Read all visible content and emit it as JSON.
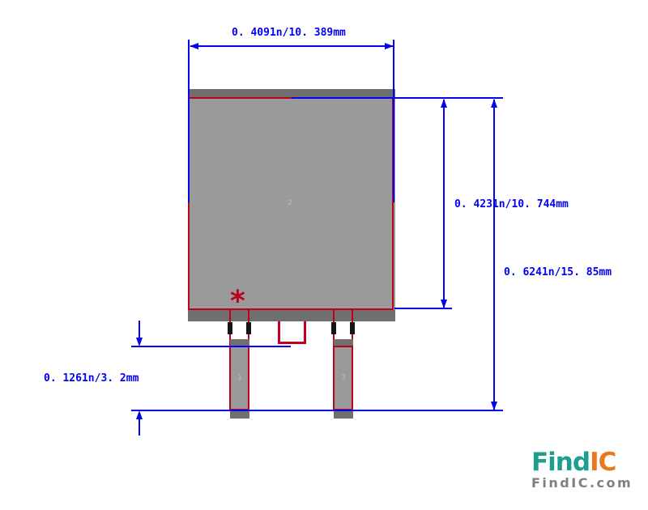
{
  "drawing": {
    "type": "pcb-footprint-dimension-drawing",
    "dimensions": {
      "top_width": {
        "label": "0. 4091n/10. 389mm"
      },
      "body_height": {
        "label": "0. 4231n/10. 744mm"
      },
      "total_height": {
        "label": "0. 6241n/15. 85mm"
      },
      "pin_length": {
        "label": "0. 1261n/3. 2mm"
      }
    },
    "pads": {
      "pin1_label": "1",
      "pin2_label": "2",
      "pin3_label": "3"
    },
    "pin1_marker": "*",
    "colors": {
      "dimension_blue": "#0202f2",
      "outline_red": "#c00021",
      "pad_gray": "#9a9a9a",
      "pad_dark_gray": "#6f6f6f",
      "lead_black": "#151515"
    }
  },
  "branding": {
    "logo_part1": "Find",
    "logo_part2": "IC",
    "logo_subtitle": "FindIC.com",
    "logo_teal": "#1f9e8e",
    "logo_orange": "#e8791d",
    "logo_gray": "#7f7f7f"
  }
}
